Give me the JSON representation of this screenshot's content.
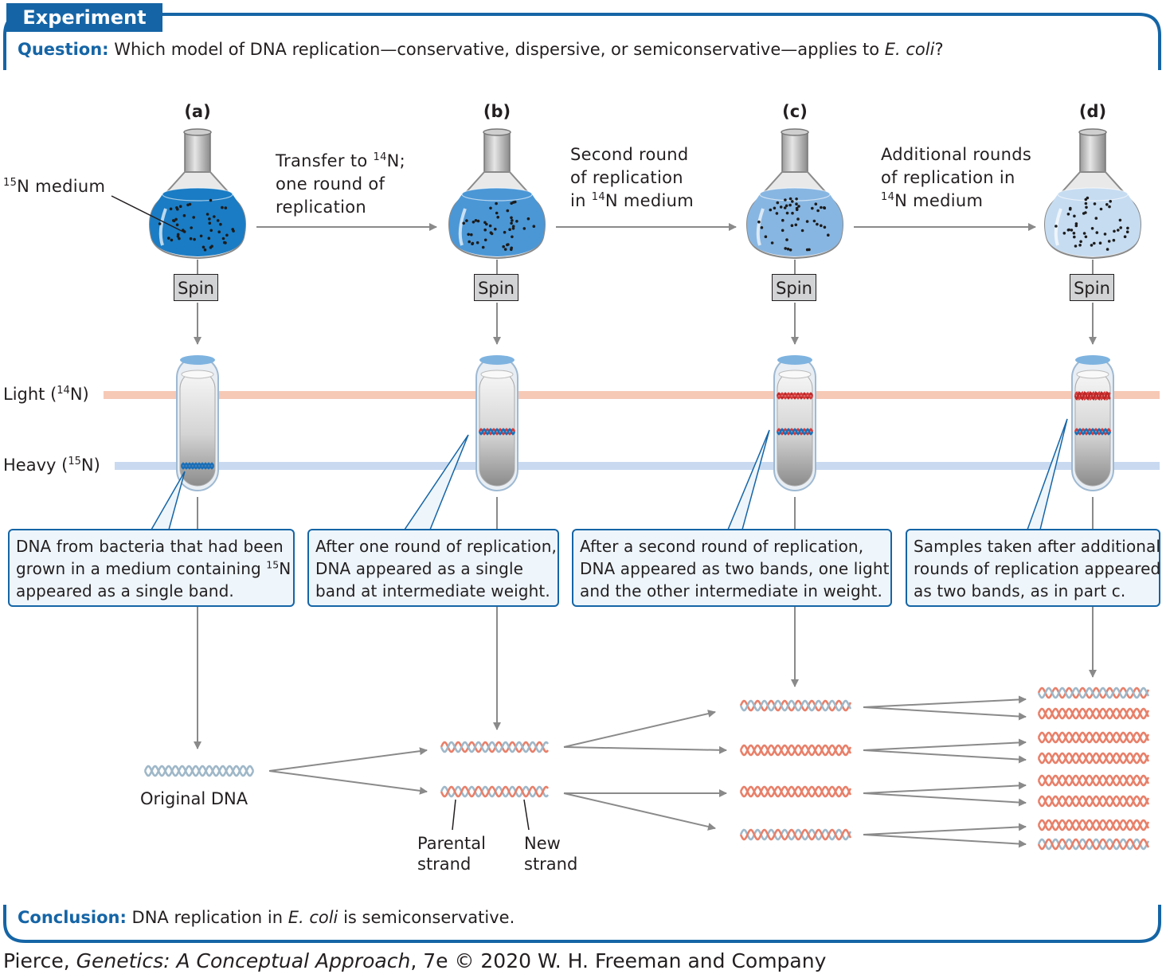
{
  "header": {
    "tab_label": "Experiment",
    "question_label": "Question:",
    "question_pre": "Which model of DNA replication—conservative, dispersive, or semiconservative—applies to ",
    "question_italic": "E. coli",
    "question_post": "?"
  },
  "panels": [
    {
      "label": "(a)",
      "spin": "Spin",
      "caption": [
        "DNA from bacteria that had been",
        "grown in a medium containing ",
        "appeared as a single band."
      ],
      "caption_sup": "15",
      "caption_sup_after": "N"
    },
    {
      "label": "(b)",
      "spin": "Spin",
      "caption": [
        "After one round of replication,",
        "DNA appeared as a single",
        "band at intermediate weight."
      ]
    },
    {
      "label": "(c)",
      "spin": "Spin",
      "caption": [
        "After a second round of replication,",
        "DNA appeared as two bands, one light",
        "and the other intermediate in weight."
      ]
    },
    {
      "label": "(d)",
      "spin": "Spin",
      "caption": [
        "Samples taken after additional",
        "rounds of replication appeared",
        "as two bands, as in part c."
      ]
    }
  ],
  "medium_label": {
    "sup": "15",
    "text": "N medium"
  },
  "step_labels": [
    {
      "line1_pre": "Transfer to ",
      "line1_sup": "14",
      "line1_post": "N;",
      "line2": "one round of",
      "line3": "replication"
    },
    {
      "line1": "Second round",
      "line2": "of replication",
      "line3_pre": "in ",
      "line3_sup": "14",
      "line3_post": "N medium"
    },
    {
      "line1": "Additional rounds",
      "line2": "of replication in",
      "line3_sup": "14",
      "line3_post": "N medium"
    }
  ],
  "gradient_labels": {
    "light_pre": "Light (",
    "light_sup": "14",
    "light_post": "N)",
    "heavy_pre": "Heavy (",
    "heavy_sup": "15",
    "heavy_post": "N)"
  },
  "dna_labels": {
    "original": "Original DNA",
    "parental": [
      "Parental",
      "strand"
    ],
    "new": [
      "New",
      "strand"
    ]
  },
  "conclusion": {
    "label": "Conclusion:",
    "pre": "DNA replication in ",
    "italic": "E. coli",
    "post": " is semiconservative."
  },
  "credit": {
    "pre": "Pierce, ",
    "italic": "Genetics: A Conceptual Approach",
    "post": ", 7e © 2020 W. H. Freeman and Company"
  },
  "colors": {
    "accent": "#1565a6",
    "light_band": "#f6c9b6",
    "heavy_band": "#c9daf0",
    "parental_strand": "#9fb8c9",
    "new_strand": "#e8806a",
    "arrow": "#8a8a8a"
  }
}
